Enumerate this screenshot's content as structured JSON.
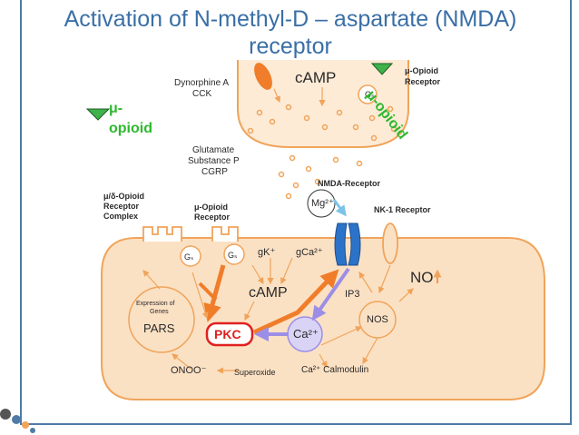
{
  "title_line1": "Activation of N-methyl-D – aspartate (NMDA)",
  "title_line2": "receptor",
  "labels": {
    "dynorphine": "Dynorphine A",
    "cck": "CCK",
    "camp_top": "cAMP",
    "mu_opioid_receptor_top_line1": "μ-Opioid",
    "mu_opioid_receptor_top_line2": "Receptor",
    "glutamate": "Glutamate",
    "substance_p": "Substance P",
    "cgrp": "CGRP",
    "mu_delta_line1": "μ/δ-Opioid",
    "mu_delta_line2": "Receptor",
    "mu_delta_line3": "Complex",
    "mu_receptor_line1": "μ-Opioid",
    "mu_receptor_line2": "Receptor",
    "nmda_receptor": "NMDA-Receptor",
    "mg": "Mg²⁺",
    "nk1": "NK-1 Receptor",
    "gs": "Gₛ",
    "gk": "gK⁺",
    "gca": "gCa²⁺",
    "camp": "cAMP",
    "ip3": "IP3",
    "no": "NO",
    "expression_line1": "Expression of",
    "expression_line2": "Genes",
    "pars": "PARS",
    "pkc": "PKC",
    "ca": "Ca²⁺",
    "nos": "NOS",
    "onoo": "ONOO⁻",
    "superoxide": "Superoxide",
    "ca_calmodulin": "Ca²⁺ Calmodulin"
  },
  "annotations": {
    "mu_opioid_left_line1": "μ-",
    "mu_opioid_left_line2": "opioid",
    "mu_opioid_right": "μ-opioid"
  },
  "colors": {
    "title": "#3a6fa6",
    "cell": "#fbe1c4",
    "cell_border": "#f0a45a",
    "orange_arrow": "#f07d2a",
    "purple_arrow": "#9c8ee6",
    "annotation": "#2eb82e",
    "pkc_border": "#e02020",
    "nmda_channel": "#2b73c8",
    "marker_fill": "#3fb24a"
  }
}
